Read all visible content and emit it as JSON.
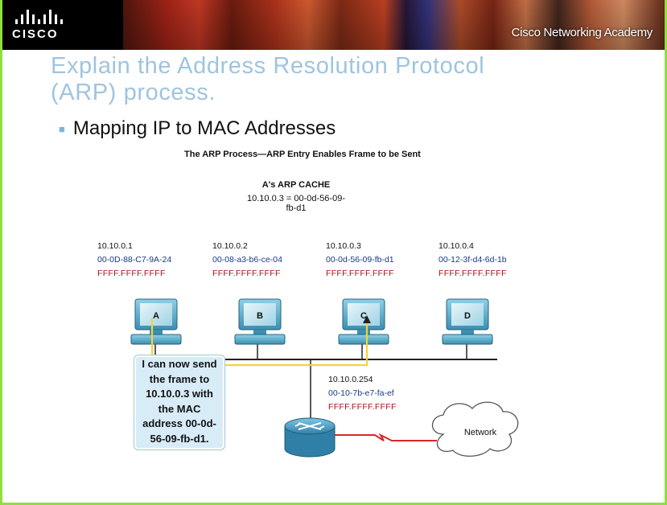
{
  "banner": {
    "logo_text": "CISCO",
    "academy_text": "Cisco Networking Academy"
  },
  "title": {
    "line1": "Explain the Address Resolution Protocol",
    "line2": "(ARP) process."
  },
  "bullet": "Mapping IP to MAC Addresses",
  "diagram": {
    "caption": "The ARP Process—ARP Entry Enables Frame to be Sent",
    "cache_title": "A's ARP CACHE",
    "cache_entry": "10.10.0.3 = 00-0d-56-09-fb-d1",
    "hosts": [
      {
        "label": "A",
        "ip": "10.10.0.1",
        "mac": "00-0D-88-C7-9A-24",
        "broadcast": "FFFF.FFFF.FFFF"
      },
      {
        "label": "B",
        "ip": "10.10.0.2",
        "mac": "00-08-a3-b6-ce-04",
        "broadcast": "FFFF.FFFF.FFFF"
      },
      {
        "label": "C",
        "ip": "10.10.0.3",
        "mac": "00-0d-56-09-fb-d1",
        "broadcast": "FFFF.FFFF.FFFF"
      },
      {
        "label": "D",
        "ip": "10.10.0.4",
        "mac": "00-12-3f-d4-6d-1b",
        "broadcast": "FFFF.FFFF.FFFF"
      }
    ],
    "router": {
      "ip": "10.10.0.254",
      "mac": "00-10-7b-e7-fa-ef",
      "broadcast": "FFFF.FFFF.FFFF"
    },
    "network_label": "Network",
    "callout": [
      "I can now send",
      "the frame to",
      "10.10.0.3 with",
      "the MAC",
      "address 00-0d-",
      "56-09-fb-d1."
    ]
  },
  "colors": {
    "border": "#8fe03a",
    "title": "#9fc4e0",
    "mac": "#1a3a8a",
    "broadcast": "#a0141a",
    "frame_path": "#f3d23a"
  }
}
